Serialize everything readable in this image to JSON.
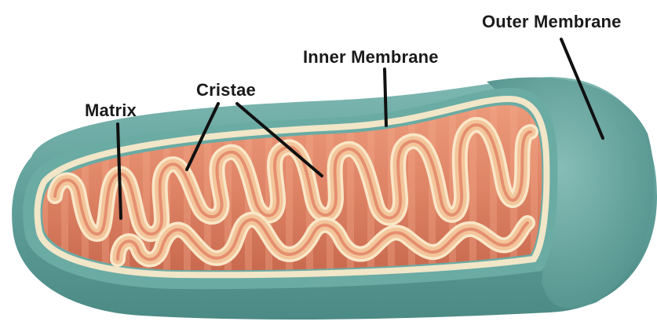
{
  "labels": {
    "outer_membrane": "Outer Membrane",
    "inner_membrane": "Inner Membrane",
    "cristae": "Cristae",
    "matrix": "Matrix"
  },
  "colors": {
    "outer_membrane": "#5f9f9a",
    "inner_layer": "#6aaba4",
    "inner_membrane_edge": "#f1e6c8",
    "matrix_fill": "#e0876a",
    "cristae_fold": "#f3c59b",
    "cristae_edge": "#f9e7c8",
    "pointer": "#111111"
  }
}
